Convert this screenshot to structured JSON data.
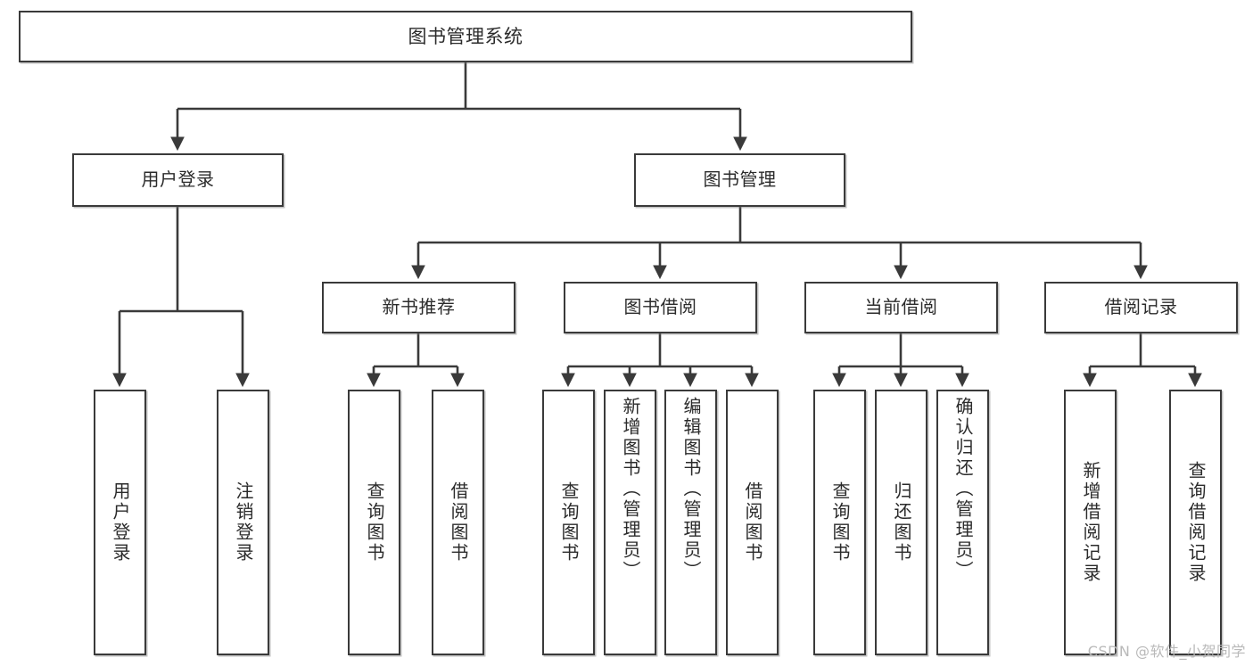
{
  "diagram": {
    "title": "图书管理系统",
    "watermark": "CSDN @软件_小贺同学",
    "line_color": "#3a3a3a",
    "box_fill": "#ffffff",
    "text_color": "#2b2b2b",
    "root": {
      "label": "图书管理系统"
    },
    "level2": [
      {
        "label": "用户登录"
      },
      {
        "label": "图书管理"
      }
    ],
    "level3": [
      {
        "label": "新书推荐"
      },
      {
        "label": "图书借阅"
      },
      {
        "label": "当前借阅"
      },
      {
        "label": "借阅记录"
      }
    ],
    "leaves": {
      "user_login": [
        {
          "label": "用户登录"
        },
        {
          "label": "注销登录"
        }
      ],
      "new_book": [
        {
          "label": "查询图书"
        },
        {
          "label": "借阅图书"
        }
      ],
      "borrow_book": [
        {
          "label": "查询图书"
        },
        {
          "label": "新增图书（管理员）"
        },
        {
          "label": "编辑图书（管理员）"
        },
        {
          "label": "借阅图书"
        }
      ],
      "current_borrow": [
        {
          "label": "查询图书"
        },
        {
          "label": "归还图书"
        },
        {
          "label": "确认归还（管理员）"
        }
      ],
      "borrow_record": [
        {
          "label": "新增借阅记录"
        },
        {
          "label": "查询借阅记录"
        }
      ]
    }
  }
}
